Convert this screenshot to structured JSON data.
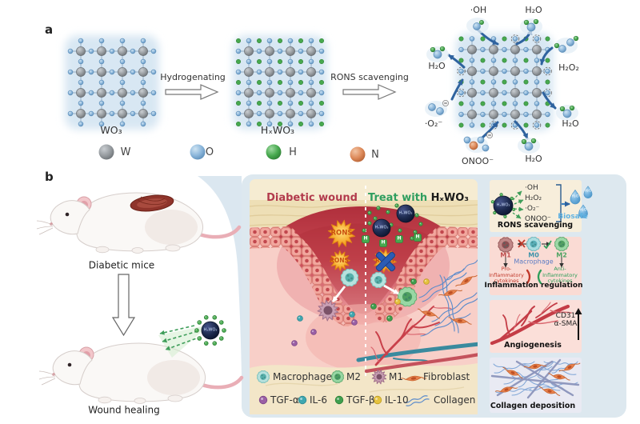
{
  "panel_a": {
    "label": "a",
    "wo3": "WO₃",
    "hxwo3": "HₓWO₃",
    "hydrogenating": "Hydrogenating",
    "rons_scavenging": "RONS scavenging",
    "mol": {
      "oh": "·OH",
      "h2o": "H₂O",
      "h2o2": "H₂O₂",
      "o2": "·O₂⁻",
      "onoo": "ONOO⁻"
    },
    "legend": [
      {
        "symbol": "W",
        "color": "#8e9398"
      },
      {
        "symbol": "O",
        "color": "#85b4d9"
      },
      {
        "symbol": "H",
        "color": "#48a94f"
      },
      {
        "symbol": "N",
        "color": "#dd8a5a"
      }
    ]
  },
  "panel_b": {
    "label": "b",
    "mice": {
      "top_caption": "Diabetic mice",
      "bottom_caption": "Wound healing",
      "np_label": "HₓWO₃"
    },
    "middle": {
      "left_title": "Diabetic wound",
      "right_title_prefix": "Treat with ",
      "right_title_formula": "HₓWO₃",
      "rons": "RONS",
      "h": "H",
      "np_label": "HₓWO₃",
      "title_colors": {
        "diabetic": "#b23a4c",
        "treat": "#2f9e5f"
      },
      "legend_cells": [
        {
          "label": "Macrophage"
        },
        {
          "label": "M2"
        },
        {
          "label": "M1"
        },
        {
          "label": "Fibroblast"
        }
      ],
      "legend_molecules": [
        {
          "label": "TGF-α"
        },
        {
          "label": "IL-6"
        },
        {
          "label": "TGF-β"
        },
        {
          "label": "IL-10"
        },
        {
          "label": "Collagen"
        }
      ]
    },
    "cards": {
      "rons": {
        "np_label": "HₓWO₃",
        "species": [
          "·OH",
          "H₂O₂",
          "·O₂⁻",
          "ONOO⁻"
        ],
        "droplet": "H₂O",
        "biosafe": "Biosafe",
        "caption": "RONS scavenging"
      },
      "inflammation": {
        "m1": "M1",
        "m0": "M0",
        "m2": "M2",
        "macrophage": "Macrophage",
        "pro": "Pro-Inflammatory cytokines",
        "anti": "Anti-Inflammatory cytokines",
        "caption": "Inflammation regulation"
      },
      "angiogenesis": {
        "marker1": "CD31",
        "marker2": "α-SMA",
        "caption": "Angiogenesis"
      },
      "collagen": {
        "caption": "Collagen deposition"
      }
    },
    "colors": {
      "macrophage": "#8fd0cc",
      "m2": "#8ecf9c",
      "m1": "#c9a0b4",
      "fibroblast": "#e8824e",
      "tgf_a": "#9a5fa5",
      "il6": "#3fa7b0",
      "tgf_b": "#3f9e4f",
      "il10": "#e5c23f",
      "collagen": "#5b8bcb",
      "nanoparticle": "#1d2a4e",
      "rons_star": "#f5a623",
      "biosafe": "#5fb2e2",
      "container": "#dde8ef"
    }
  }
}
